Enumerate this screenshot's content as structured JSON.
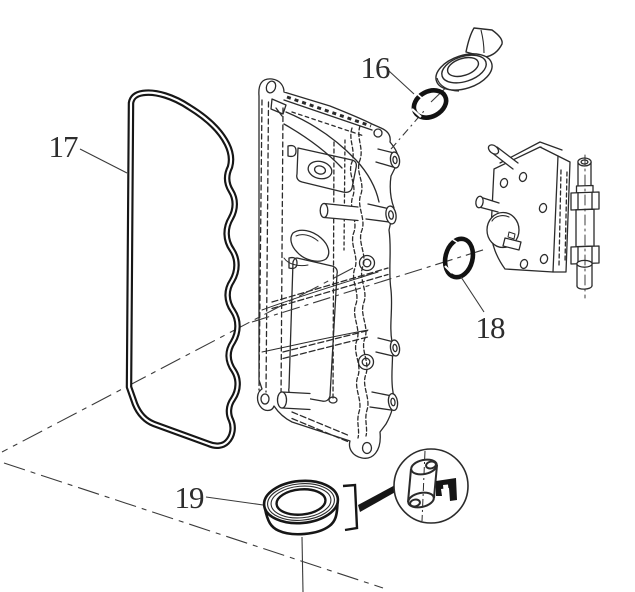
{
  "diagram": {
    "kind": "exploded-parts-diagram",
    "background_color": "#ffffff",
    "line_color": "#2b2b2b",
    "heavy_line_color": "#121212",
    "labels": {
      "l16": {
        "number": "16",
        "part": "o-ring-small"
      },
      "l17": {
        "number": "17",
        "part": "cover-gasket"
      },
      "l18": {
        "number": "18",
        "part": "o-ring-large"
      },
      "l19": {
        "number": "19",
        "part": "oil-seal"
      }
    }
  }
}
